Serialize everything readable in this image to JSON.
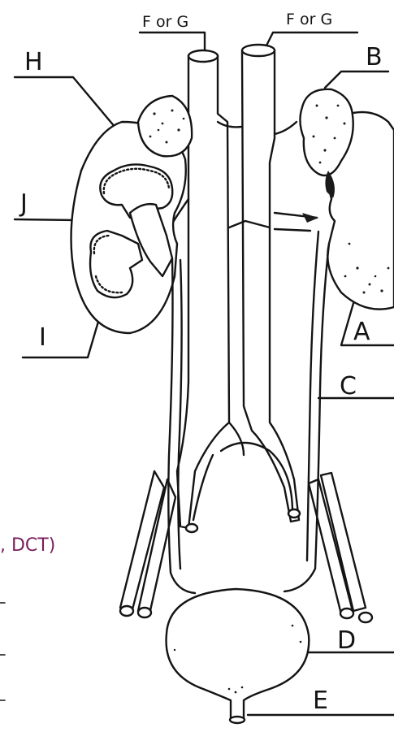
{
  "labels": {
    "A": "A",
    "B": "B",
    "C": "C",
    "D": "D",
    "E": "E",
    "H": "H",
    "I": "I",
    "J": "J",
    "vessel_left": "F or G",
    "vessel_right": "F or G"
  },
  "margin_note": ", DCT)"
}
